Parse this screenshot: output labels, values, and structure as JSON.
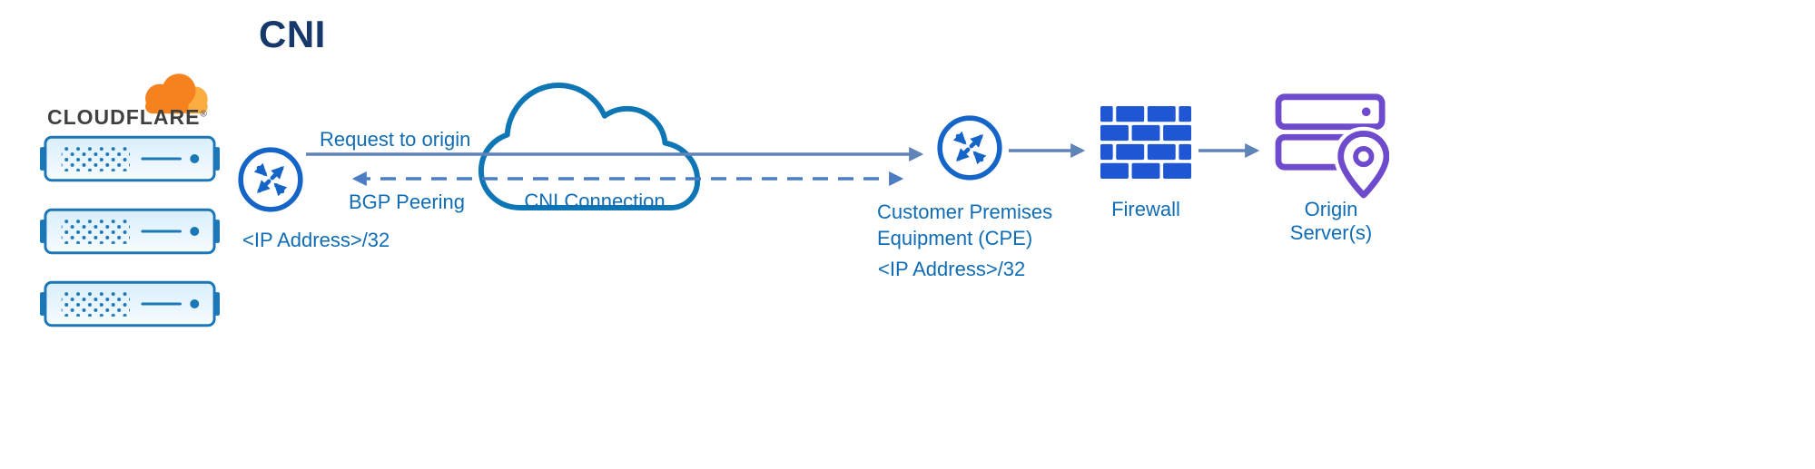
{
  "title": "CNI",
  "cloudflare": {
    "wordmark": "CLOUDFLARE",
    "trademark": "®",
    "edge_router_ip": "<IP Address>/32",
    "server_count": 3
  },
  "connections": {
    "request_label": "Request to origin",
    "bgp_label": "BGP Peering",
    "cloud_label": "CNI Connection"
  },
  "customer": {
    "cpe_label": "Customer Premises Equipment (CPE)",
    "cpe_ip": "<IP Address>/32",
    "firewall_label": "Firewall",
    "origin_label": "Origin Server(s)"
  },
  "colors": {
    "label_blue": "#0f6cb5",
    "title_navy": "#16386b",
    "router_blue": "#1565c8",
    "cloud_stroke_blue": "#0e76b5",
    "rack_blue": "#1b77b8",
    "firewall_blue": "#1e56d3",
    "origin_purple": "#6e4bcc",
    "logo_orange": "#f6821f",
    "logo_orange_light": "#fbad41",
    "arrow_slate": "#5e84b8",
    "arrow_dash_blue": "#4c7dc4"
  }
}
